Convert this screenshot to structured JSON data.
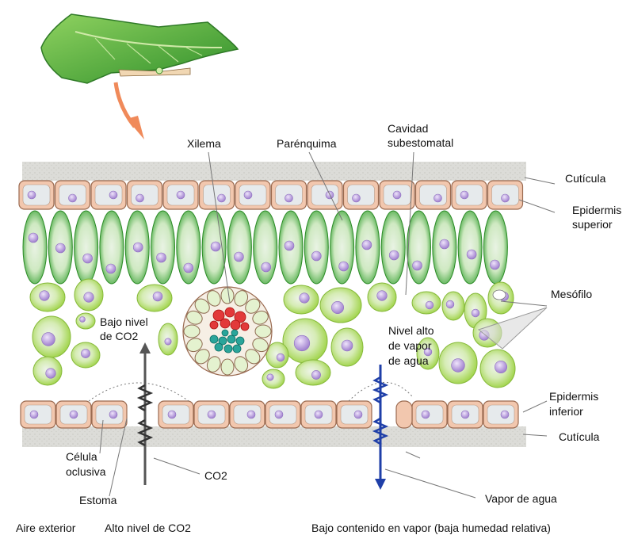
{
  "labels": {
    "xilema": "Xilema",
    "parenquima": "Parénquima",
    "cavidad_1": "Cavidad",
    "cavidad_2": "subestomatal",
    "cuticula_top": "Cutícula",
    "epi_sup_1": "Epidermis",
    "epi_sup_2": "superior",
    "mesofilo": "Mesófilo",
    "bajo_co2_1": "Bajo nivel",
    "bajo_co2_2": "de CO2",
    "nivel_alto_1": "Nivel alto",
    "nivel_alto_2": "de vapor",
    "nivel_alto_3": "de agua",
    "epi_inf_1": "Epidermis",
    "epi_inf_2": "inferior",
    "cuticula_bottom": "Cutícula",
    "celula_1": "Célula",
    "celula_2": "oclusiva",
    "co2": "CO2",
    "estoma": "Estoma",
    "vapor": "Vapor de agua",
    "aire": "Aire exterior",
    "alto_co2": "Alto nivel de CO2",
    "bajo_vapor": "Bajo contenido en vapor (baja humedad relativa)"
  },
  "colors": {
    "cuticle": "#d8d8d4",
    "epidermis": "#f2c7ae",
    "epidermis_border": "#9a6a50",
    "cell_interior": "#e6eaec",
    "palisade": "#3aaa35",
    "spongy": "#b9e067",
    "nucleus": "#b69ad6",
    "xylem": "#e23a3a",
    "phloem": "#2aa59a",
    "arrow_orange": "#f08a5a",
    "co2_path": "#555555",
    "water_path": "#1f3fa8",
    "leaf": "#5ab83c"
  }
}
